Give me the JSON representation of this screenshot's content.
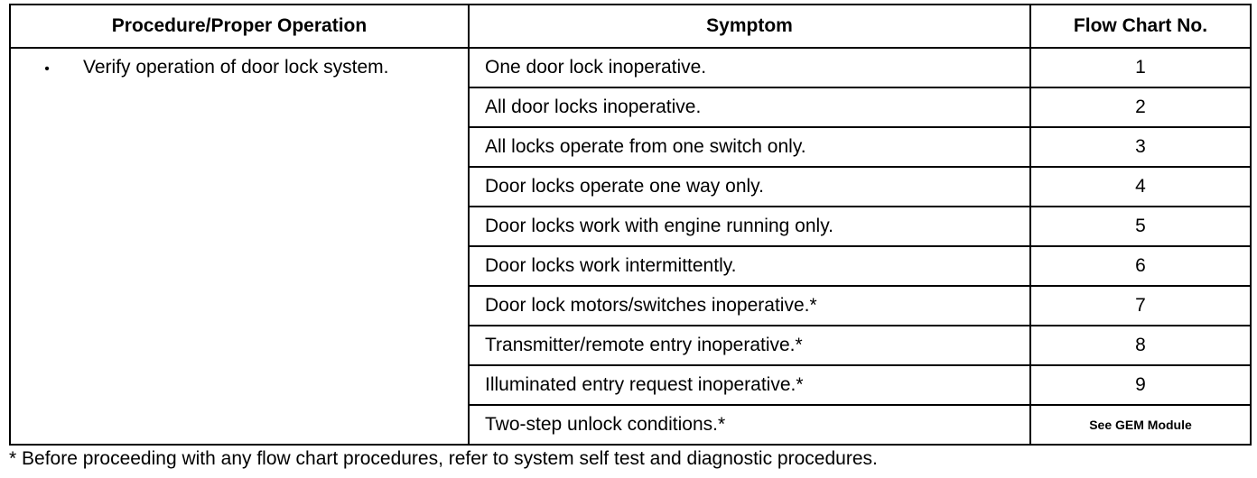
{
  "table": {
    "headers": {
      "procedure": "Procedure/Proper Operation",
      "symptom": "Symptom",
      "flow_chart": "Flow Chart No."
    },
    "procedure": {
      "bullet": "•",
      "text": "Verify operation of door lock system."
    },
    "rows": [
      {
        "symptom": "One door lock inoperative.",
        "flow": "1"
      },
      {
        "symptom": "All door locks inoperative.",
        "flow": "2"
      },
      {
        "symptom": "All locks operate from one switch only.",
        "flow": "3"
      },
      {
        "symptom": "Door locks operate one way only.",
        "flow": "4"
      },
      {
        "symptom": "Door locks work with engine running only.",
        "flow": "5"
      },
      {
        "symptom": "Door locks work intermittently.",
        "flow": "6"
      },
      {
        "symptom": "Door lock motors/switches inoperative.*",
        "flow": "7"
      },
      {
        "symptom": "Transmitter/remote entry inoperative.*",
        "flow": "8"
      },
      {
        "symptom": "Illuminated entry request inoperative.*",
        "flow": "9"
      },
      {
        "symptom": "Two-step unlock conditions.*",
        "flow": "See GEM Module"
      }
    ]
  },
  "footnote": "* Before proceeding with any flow chart procedures, refer to system self test and diagnostic procedures."
}
